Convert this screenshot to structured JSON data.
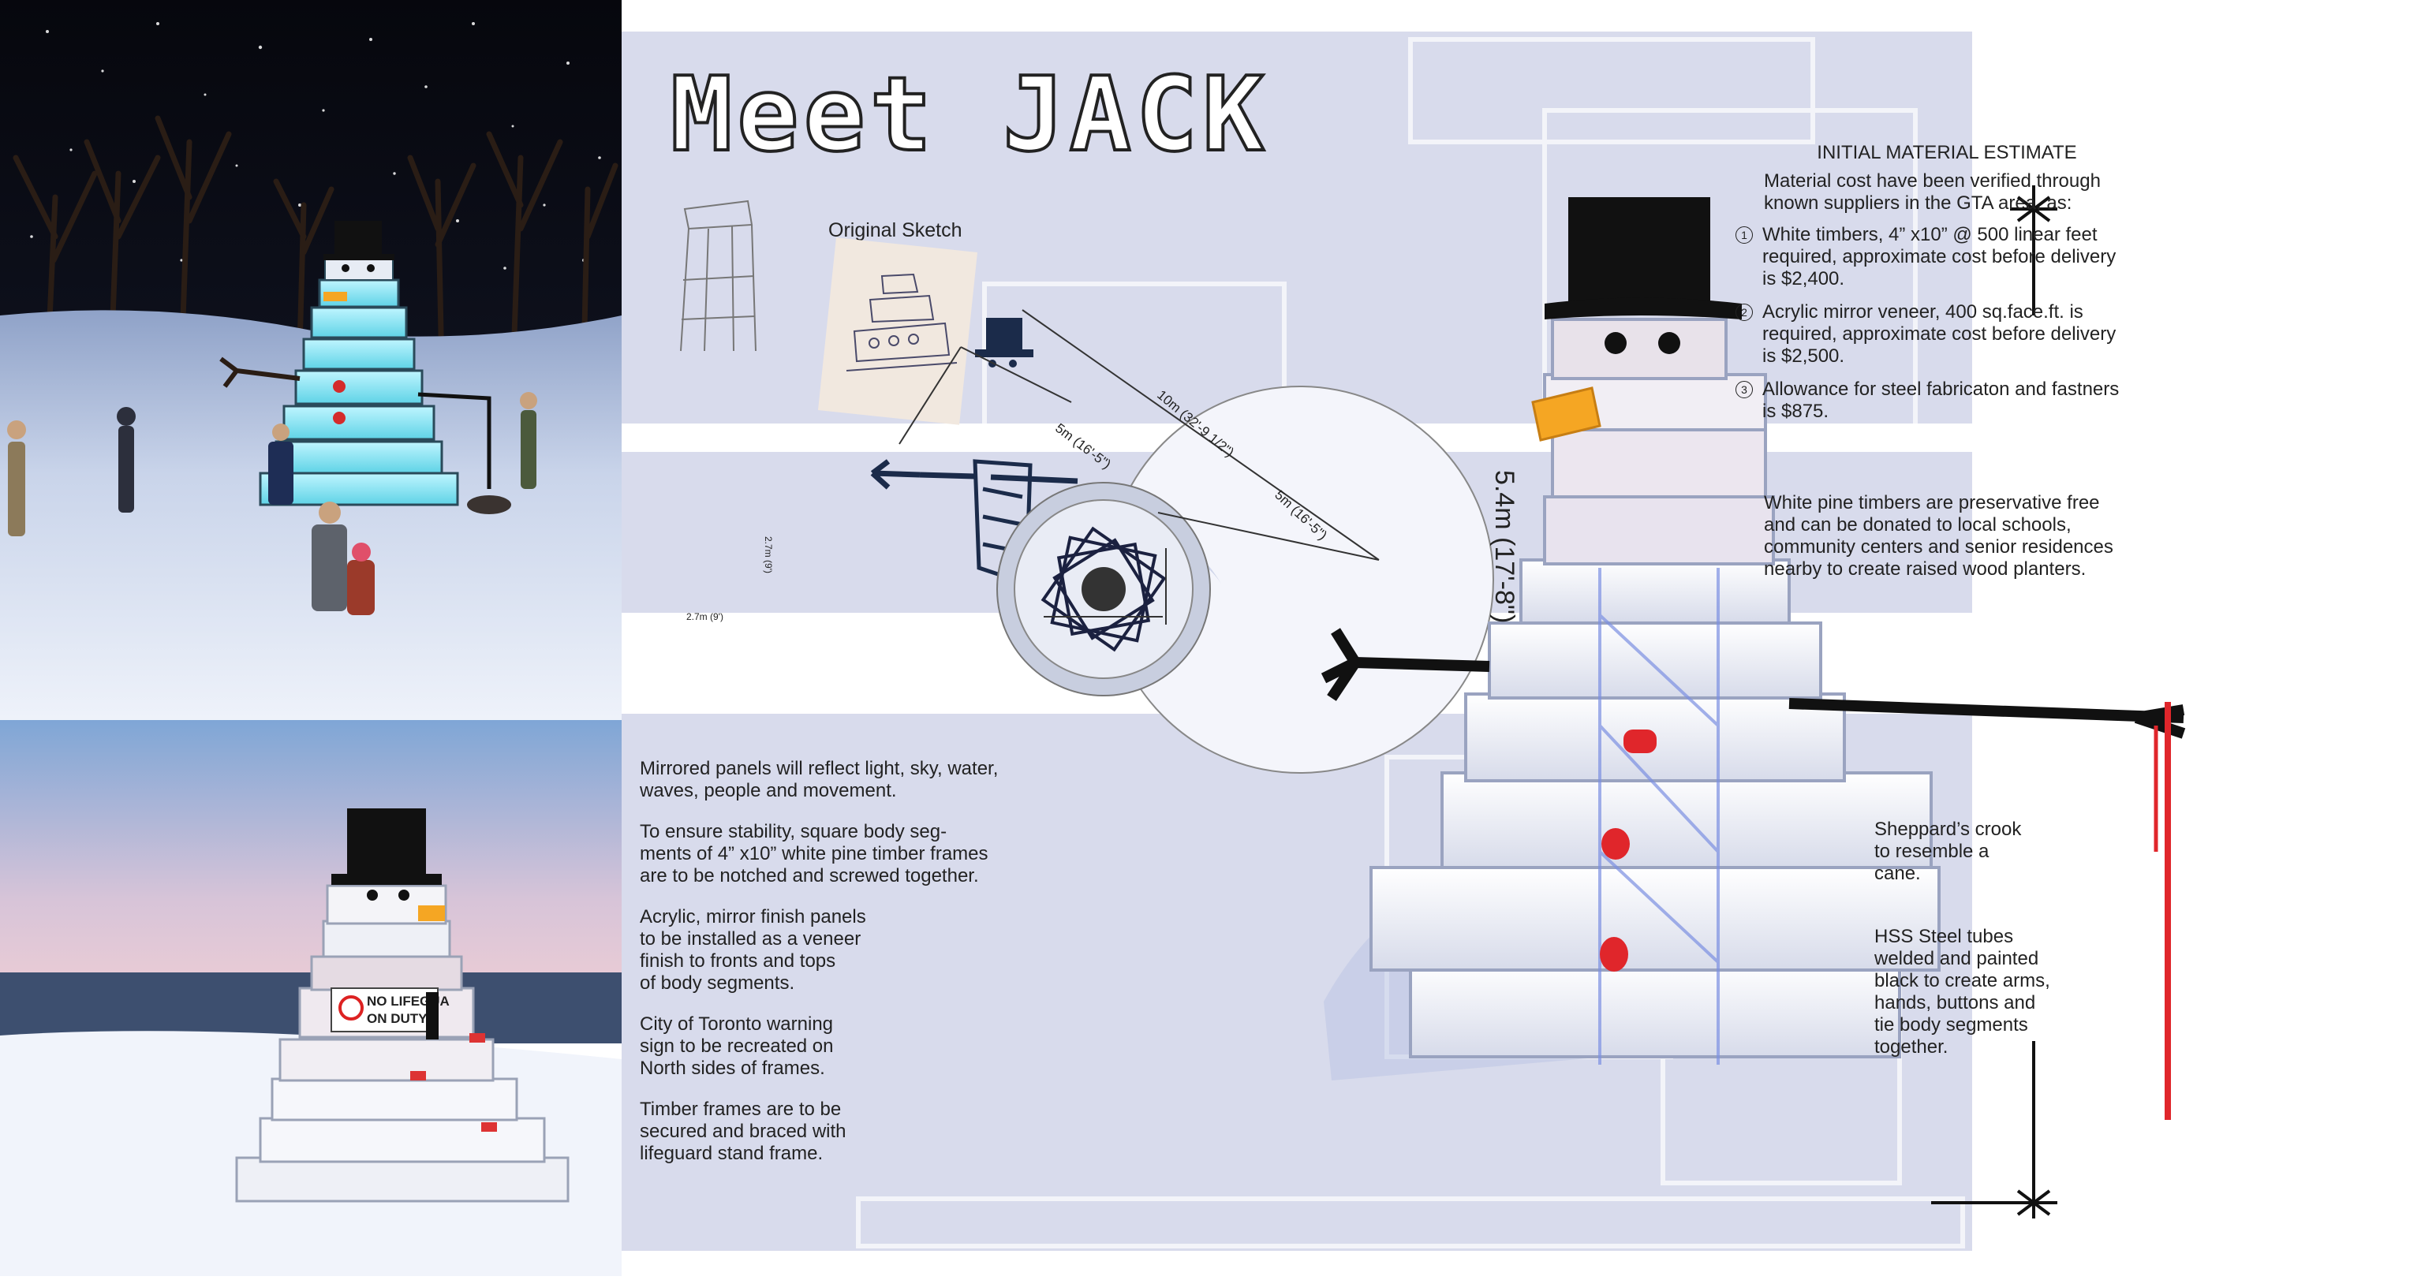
{
  "title": "Meet JACK",
  "sketch_label": "Original Sketch",
  "plan_dims": {
    "left_radius": "5m (16'-5\")",
    "diameter": "10m (32'-9 1/2\")",
    "right_radius": "5m (16'-5\")",
    "inner_side": "2.7m (9')",
    "inner_bottom": "2.7m (9')"
  },
  "height_dim": "5.4m (17'-8\")",
  "estimate": {
    "heading": "INITIAL MATERIAL ESTIMATE",
    "intro": "Material cost have been verified through known suppliers in the GTA area, as:",
    "items": [
      {
        "num": "1",
        "text": "White timbers, 4” x10”  @ 500 linear feet required, approximate cost before delivery is $2,400."
      },
      {
        "num": "2",
        "text": "Acrylic mirror veneer, 400 sq.face.ft. is required, approximate cost before delivery is $2,500."
      },
      {
        "num": "3",
        "text": "Allowance for steel fabricaton and fastners is $875."
      }
    ]
  },
  "timber_note": "White pine timbers are preservative free and can be donated to local schools, community centers and senior residences nearby to create raised wood planters.",
  "notes_left": [
    "Mirrored panels will reflect light, sky, water, waves, people and movement.",
    "To ensure stability, square body seg-\nments of 4” x10”   white pine timber frames are to be notched and screwed together.",
    "Acrylic, mirror finish panels\nto be installed as a veneer\nfinish to fronts and tops\nof body segments.",
    "City of Toronto warning\nsign to be recreated on\nNorth sides of frames.",
    "Timber frames are to be\nsecured and braced with\nlifeguard stand frame."
  ],
  "notes_right": [
    "Sheppard’s crook\nto resemble a\ncane.",
    "HSS Steel tubes\nwelded and painted\nblack to create arms,\nhands, buttons and\ntie body segments\ntogether."
  ],
  "sign": {
    "line1": "NO LIFEGUA",
    "line2": "ON DUTY"
  },
  "colors": {
    "panel_bg": "#d8dbec",
    "night_sky": "#0b0d17",
    "snow": "#dfe6f3",
    "cane_red": "#e0262b",
    "nose_orange": "#f5a623"
  }
}
